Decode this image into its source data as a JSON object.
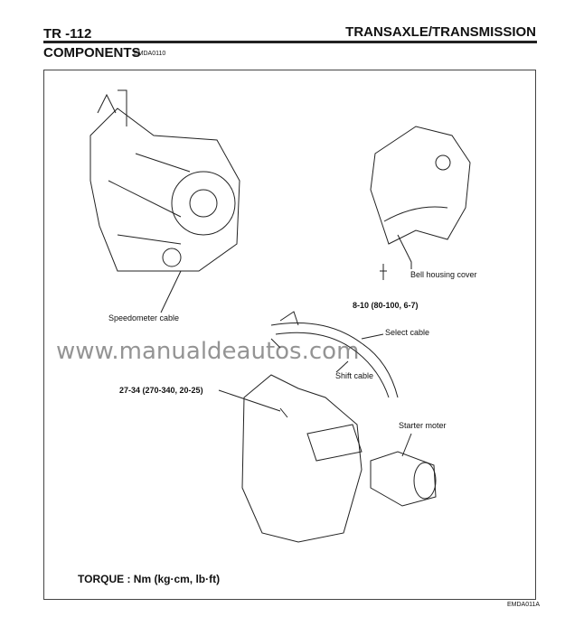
{
  "header": {
    "page_number": "TR -112",
    "section_title": "TRANSAXLE/TRANSMISSION"
  },
  "heading": {
    "title": "COMPONENTS",
    "code": "EMDA0110"
  },
  "diagram": {
    "labels": {
      "bell_housing_cover": "Bell housing cover",
      "torque_bell": "8-10 (80-100, 6-7)",
      "speedometer_cable": "Speedometer cable",
      "select_cable": "Select cable",
      "shift_cable": "Shift cable",
      "torque_starter": "27-34 (270-340, 20-25)",
      "starter_motor": "Starter moter"
    },
    "torque_units": "TORQUE : Nm (kg·cm, lb·ft)",
    "figure_code": "EMDA011A"
  },
  "watermark": "www.manualdeautos.com"
}
